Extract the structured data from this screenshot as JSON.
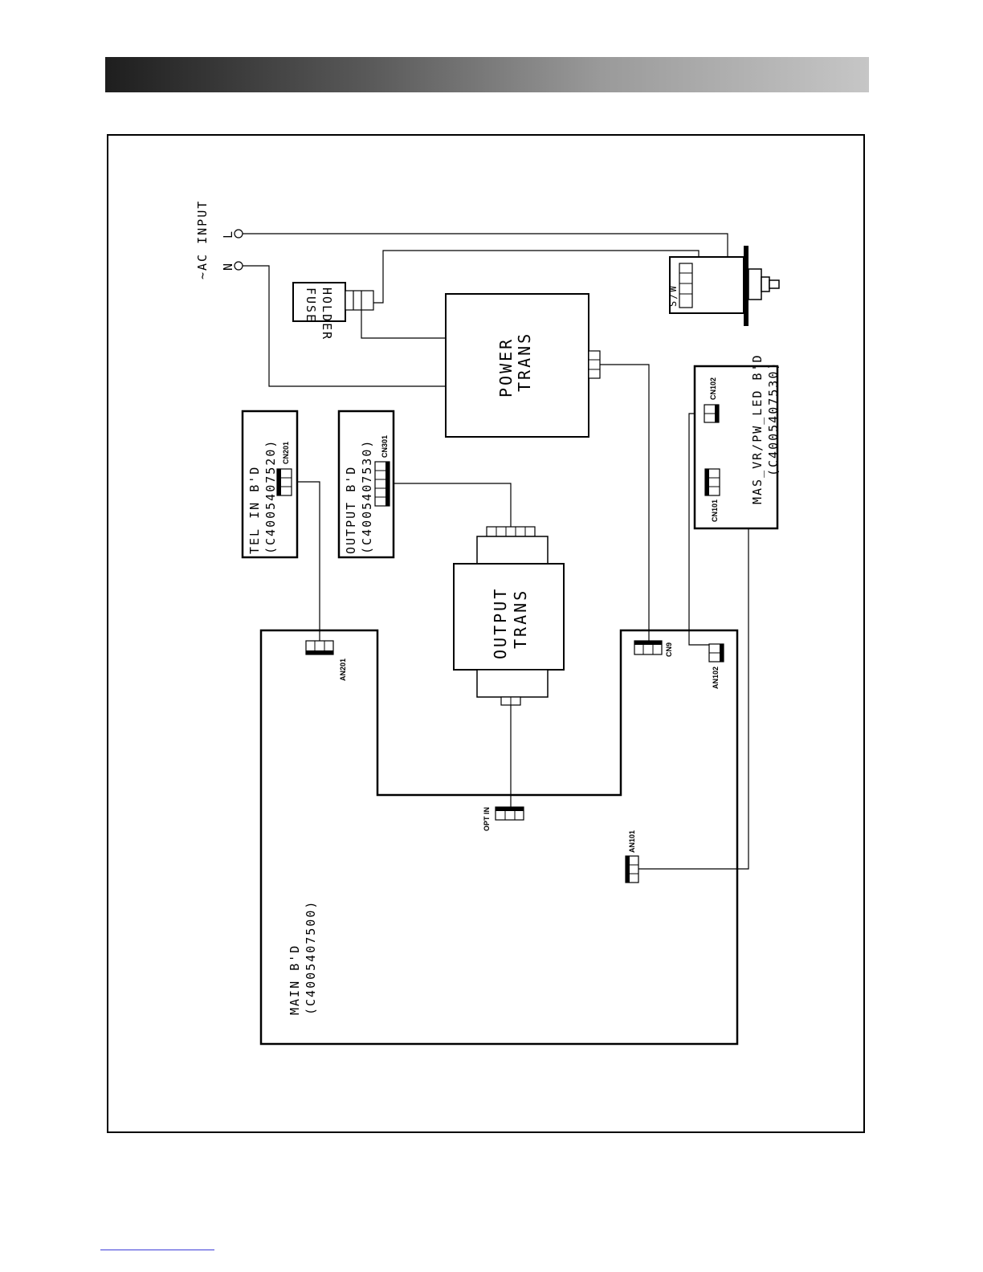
{
  "labels": {
    "ac_input": "~AC  INPUT",
    "terminal_l": "L",
    "terminal_n": "N",
    "fuse_line1": "FUSE",
    "fuse_line2": "HOLDER",
    "switch": "S/W",
    "power_trans_line1": "POWER",
    "power_trans_line2": "TRANS",
    "output_trans_line1": "OUTPUT",
    "output_trans_line2": "TRANS",
    "tel_in_line1": "TEL  IN  B'D",
    "tel_in_line2": "(C4005407520)",
    "output_bd_line1": "OUTPUT  B'D",
    "output_bd_line2": "(C4005407530)",
    "mas_vr_line1": "MAS_VR/PW_LED  B'D",
    "mas_vr_line2": "(C4005407530)",
    "main_bd_line1": "MAIN  B'D",
    "main_bd_line2": "(C4005407500)"
  },
  "connectors": {
    "cn201": "CN201",
    "cn301": "CN301",
    "cn102": "CN102",
    "cn101": "CN101",
    "an201": "AN201",
    "cn9": "CN9",
    "an102": "AN102",
    "opt_in": "OPT  IN",
    "an101": "AN101"
  }
}
